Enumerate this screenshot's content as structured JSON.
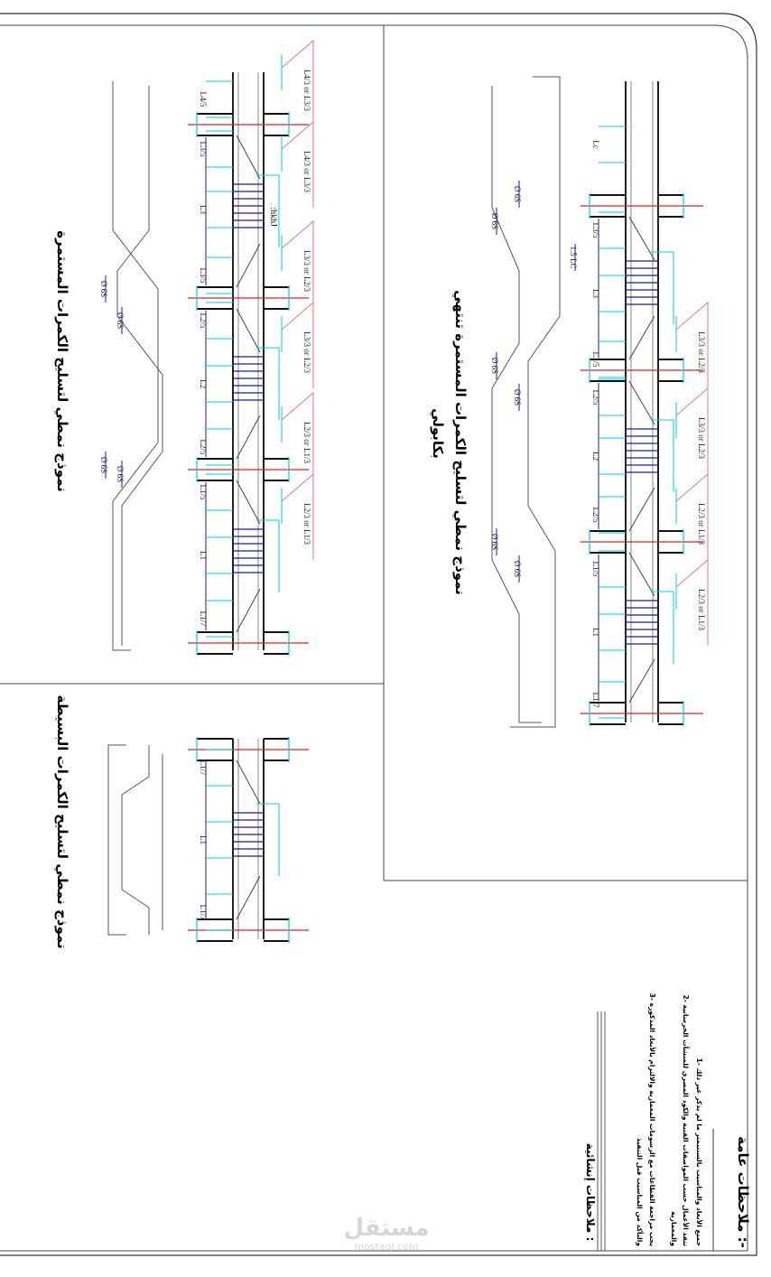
{
  "titles": {
    "continuous": "نموذج نمطي لتسليح الكمرات المستمرة",
    "cantilever": "نموذج نمطي لتسليح الكمرات المستمرة تنتهي",
    "cantilever_sub": "بكابولي",
    "simple": "نموذج نمطي لتسليح الكمرات البسيطة"
  },
  "notes": {
    "heading": "ملاحظات عامة :-",
    "items": [
      "1- جميع الأبعاد والمناسيب بالسنتيمتر ما لم يذكر غير ذلك",
      "2- تنفذ الأعمال حسب المواصفات الفنية والكود المصري للمنشآت الخرسانية",
      "والمعمارية",
      "3- يجب مراجعة القطاعات مع الرسومات المعمارية والالتزام بالأبعاد المذكورة",
      "والتأكد من المناسيب قبل التنفيذ"
    ],
    "structural_heading": "ملاحظات إنشائية :"
  },
  "continuous_beam": {
    "spans": [
      "L4/5",
      "L3/5",
      "L3",
      "L3/5",
      "L2/5",
      "L2",
      "L2/5",
      "L1/5",
      "L1",
      "L1/7"
    ],
    "flags": [
      "L4/3 or L3/3",
      "L4/3 or L3/3",
      "L3/3 or L2/3",
      "L3/3 or L2/3",
      "L2/3 or L1/3",
      "L2/3 or L1/3"
    ],
    "stirrup_note": ":hkhJ",
    "bars": [
      "Ø 6S",
      "Ø 6S",
      "Ø 6S",
      "Ø 6S"
    ]
  },
  "cantilever_beam": {
    "spans": [
      "Lc",
      "L3/5",
      "L3",
      "L3/5",
      "L2/5",
      "L2",
      "L2/5",
      "L1/5",
      "L1",
      "L1/7"
    ],
    "flags": [
      "L3/3 or L2/3",
      "L3/3 or L2/3",
      "L2/3 or L1/3",
      "L2/3 or L1/3"
    ],
    "bars": [
      "Ø 6S",
      "Ø 6S",
      "1.5 LC",
      "Ø 6S",
      "Ø 6S",
      "Ø 6S",
      "Ø 6S"
    ]
  },
  "simple_beam": {
    "spans": [
      "L1/7",
      "L1",
      "L1/7"
    ]
  },
  "watermark": {
    "arabic": "مستقل",
    "latin": "mostaql.com"
  },
  "colors": {
    "support": "#e02020",
    "dim": "#1a1aa0",
    "cyan": "#00cfe0",
    "flag": "#e07a7a"
  }
}
